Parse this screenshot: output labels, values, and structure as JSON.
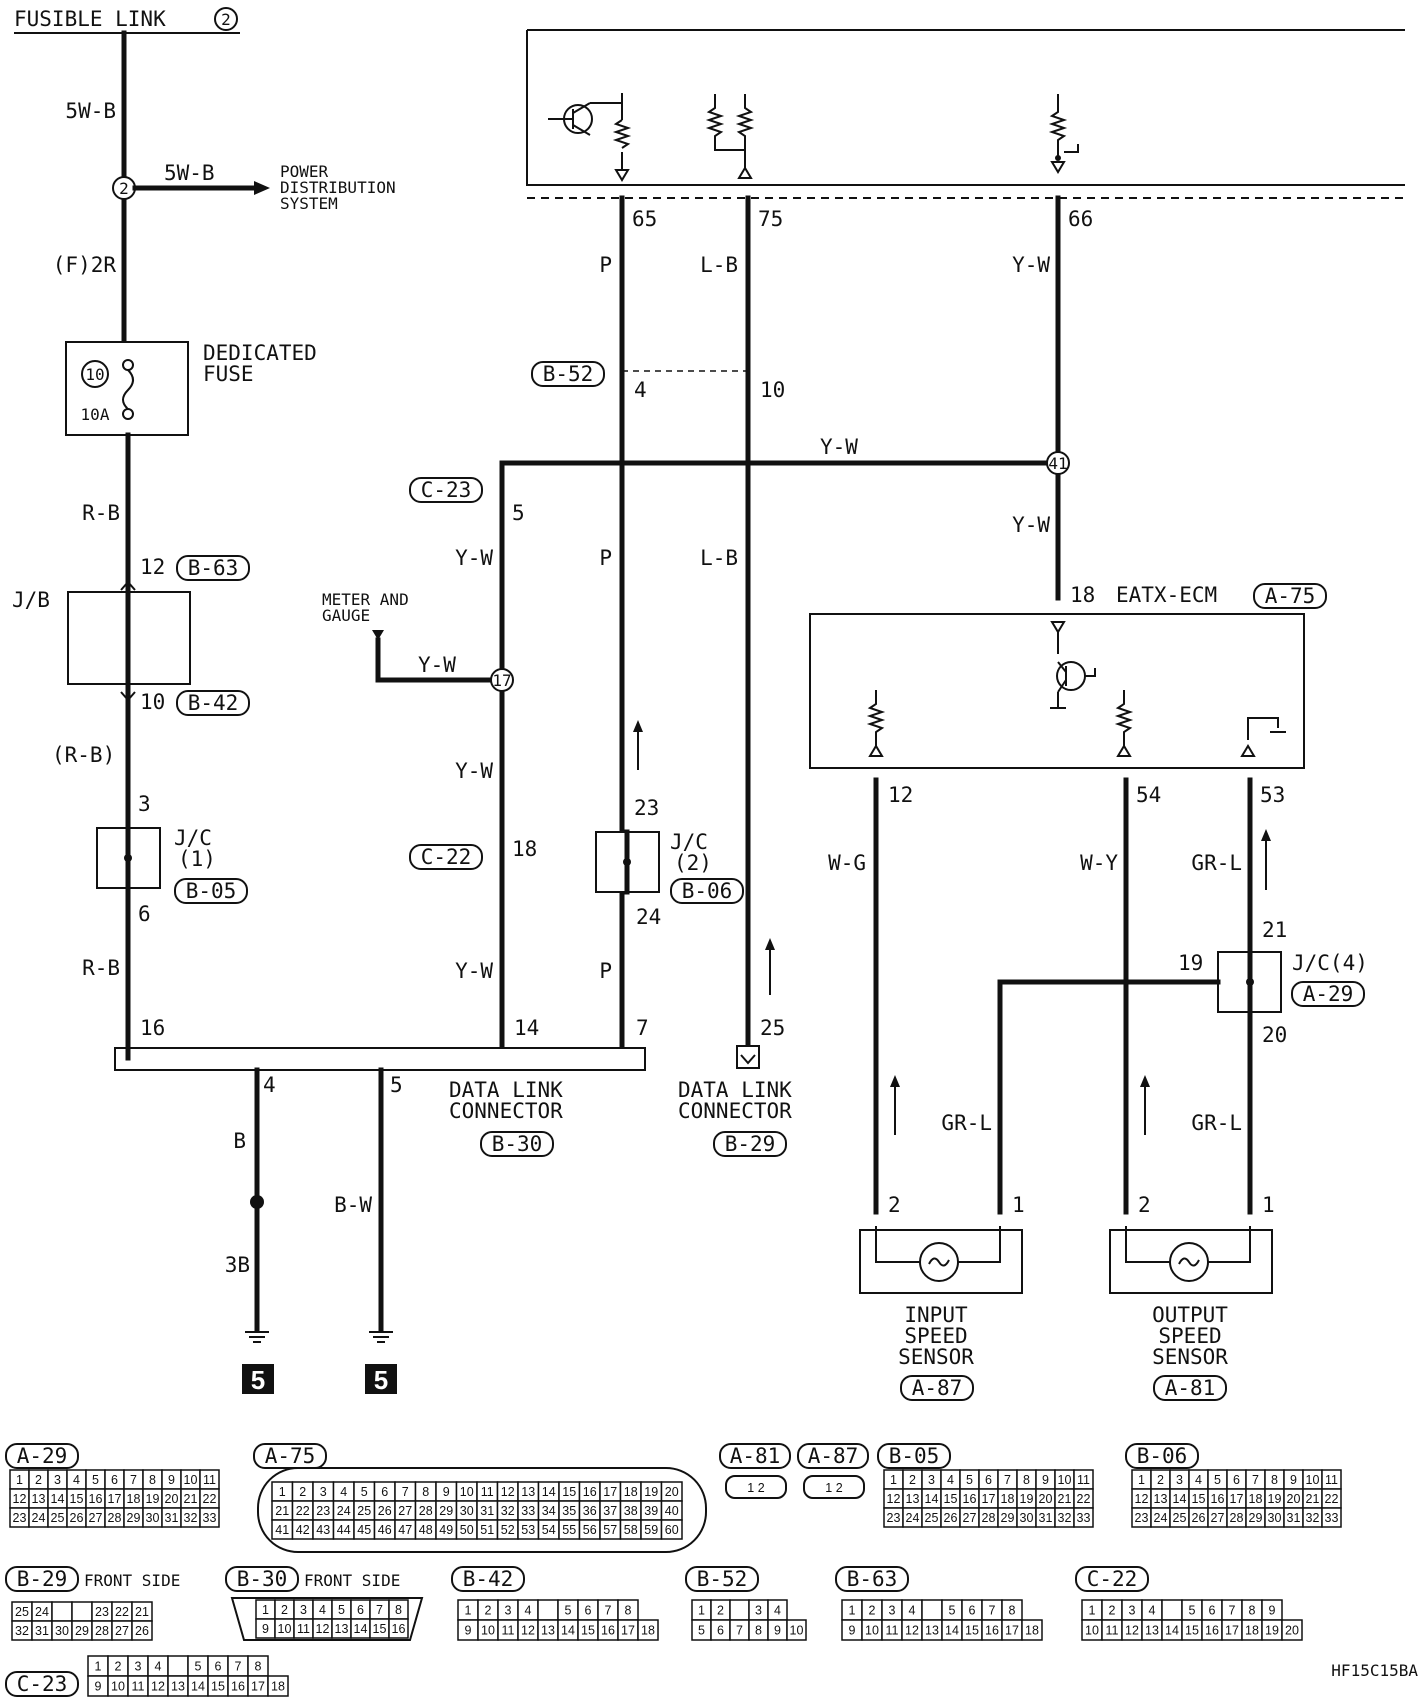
{
  "diagram": {
    "title": "FUSIBLE LINK",
    "fusible_link_num": "2",
    "wires": {
      "w_5wb_top": "5W-B",
      "w_5wb_pd": "5W-B",
      "w_f2r": "(F)2R",
      "w_rb_1": "R-B",
      "w_rb_paren": "(R-B)",
      "w_rb_2": "R-B",
      "w_b": "B",
      "w_3b": "3B",
      "w_bw": "B-W",
      "w_p_1": "P",
      "w_lb_1": "L-B",
      "w_yw_66": "Y-W",
      "w_yw_h": "Y-W",
      "w_yw_41": "Y-W",
      "w_yw_c23": "Y-W",
      "w_p_2": "P",
      "w_lb_2": "L-B",
      "w_yw_meter": "Y-W",
      "w_yw_mid": "Y-W",
      "w_yw_low": "Y-W",
      "w_p_3": "P",
      "w_wg": "W-G",
      "w_wy": "W-Y",
      "w_grl_1": "GR-L",
      "w_grl_2": "GR-L",
      "w_grl_3": "GR-L"
    },
    "junction_2": "2",
    "junction_41": "41",
    "junction_17": "17",
    "power_distribution": [
      "POWER",
      "DISTRIBUTION",
      "SYSTEM"
    ],
    "fuse": {
      "num": "10",
      "rating": "10A",
      "label": [
        "DEDICATED",
        "FUSE"
      ]
    },
    "jb": "J/B",
    "jc1": {
      "label": [
        "J/C",
        "(1)"
      ],
      "ref": "B-05"
    },
    "jc2": {
      "label": [
        "J/C",
        "(2)"
      ],
      "ref": "B-06"
    },
    "jc4": {
      "label": "J/C(4)",
      "ref": "A-29"
    },
    "meter": [
      "METER AND",
      "GAUGE"
    ],
    "eatx": {
      "label": "EATX-ECM",
      "ref": "A-75"
    },
    "dlc30": {
      "label": [
        "DATA LINK",
        "CONNECTOR"
      ],
      "ref": "B-30"
    },
    "dlc29": {
      "label": [
        "DATA LINK",
        "CONNECTOR"
      ],
      "ref": "B-29"
    },
    "iss": {
      "label": [
        "INPUT",
        "SPEED",
        "SENSOR"
      ],
      "ref": "A-87"
    },
    "oss": {
      "label": [
        "OUTPUT",
        "SPEED",
        "SENSOR"
      ],
      "ref": "A-81"
    },
    "ground": "5",
    "refs": {
      "b63": "B-63",
      "b42": "B-42",
      "b52": "B-52",
      "c23": "C-23",
      "c22": "C-22"
    },
    "pins": {
      "p65": "65",
      "p75": "75",
      "p66": "66",
      "p4": "4",
      "p10": "10",
      "p5": "5",
      "p12_b63": "12",
      "p10_b42": "10",
      "p3": "3",
      "p6": "6",
      "p16": "16",
      "p14": "14",
      "p7": "7",
      "p4b": "4",
      "p5b": "5",
      "p18c": "18",
      "p23": "23",
      "p24": "24",
      "p25": "25",
      "p18e": "18",
      "p12": "12",
      "p54": "54",
      "p53": "53",
      "p21": "21",
      "p19": "19",
      "p20": "20",
      "iss2": "2",
      "iss1": "1",
      "oss2": "2",
      "oss1": "1"
    },
    "code": "HF15C15BA"
  },
  "connectors": {
    "a29": {
      "ref": "A-29"
    },
    "a75": {
      "ref": "A-75"
    },
    "a81": {
      "ref": "A-81",
      "pins": "1 2"
    },
    "a87": {
      "ref": "A-87",
      "pins": "1 2"
    },
    "b05": {
      "ref": "B-05"
    },
    "b06": {
      "ref": "B-06"
    },
    "b29": {
      "ref": "B-29",
      "note": "FRONT SIDE"
    },
    "b30": {
      "ref": "B-30",
      "note": "FRONT SIDE"
    },
    "b42": {
      "ref": "B-42"
    },
    "b52": {
      "ref": "B-52"
    },
    "b63": {
      "ref": "B-63"
    },
    "c22": {
      "ref": "C-22"
    },
    "c23": {
      "ref": "C-23"
    }
  }
}
